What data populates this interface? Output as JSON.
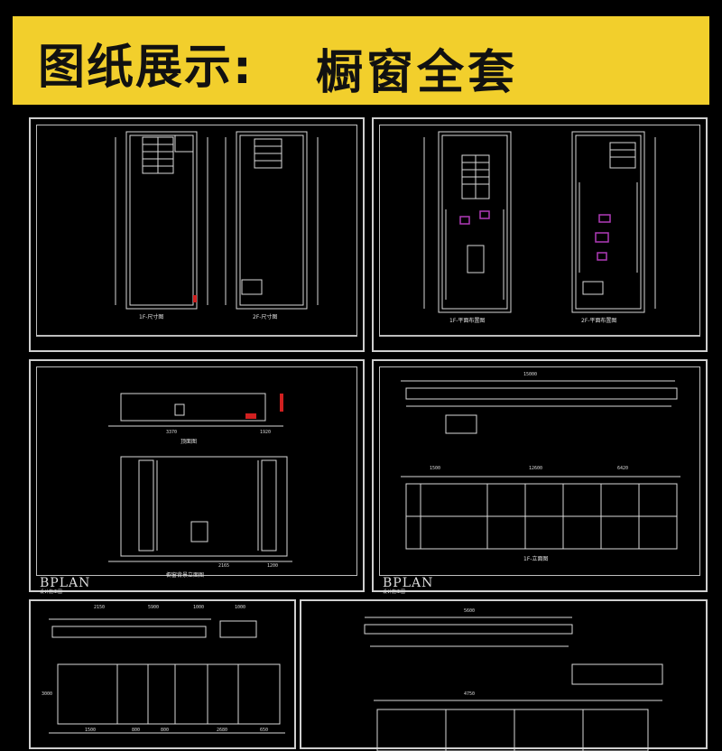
{
  "banner": {
    "title_left": "图纸展示:",
    "title_right": "橱窗全套"
  },
  "panel1": {
    "caption_left": "1F-尺寸图",
    "caption_right": "2F-尺寸图"
  },
  "panel2": {
    "caption_left": "1F-平面布置图",
    "caption_right": "2F-平面布置图"
  },
  "panel3": {
    "caption_top": "顶面图",
    "caption_bottom": "橱窗背景立面图",
    "brand": "BPLAN",
    "brand_sub": "设计施工图",
    "dims": [
      "3370",
      "1920",
      "2165",
      "1200"
    ]
  },
  "panel4": {
    "caption": "1F-立面图",
    "brand": "BPLAN",
    "brand_sub": "设计施工图",
    "dims": [
      "15000",
      "12600",
      "6420",
      "1500"
    ]
  },
  "panel5": {
    "dims_top": [
      "2150",
      "5900",
      "1000",
      "1000"
    ],
    "dims_bottom": [
      "1500",
      "800",
      "800",
      "2680",
      "650"
    ],
    "height": "3000"
  },
  "panel6": {
    "dims_top": [
      "5600",
      "4750"
    ]
  },
  "colors": {
    "banner": "#f2cf2c",
    "line": "#d8d8d8",
    "magenta": "#b03ab8",
    "red": "#d02020"
  }
}
